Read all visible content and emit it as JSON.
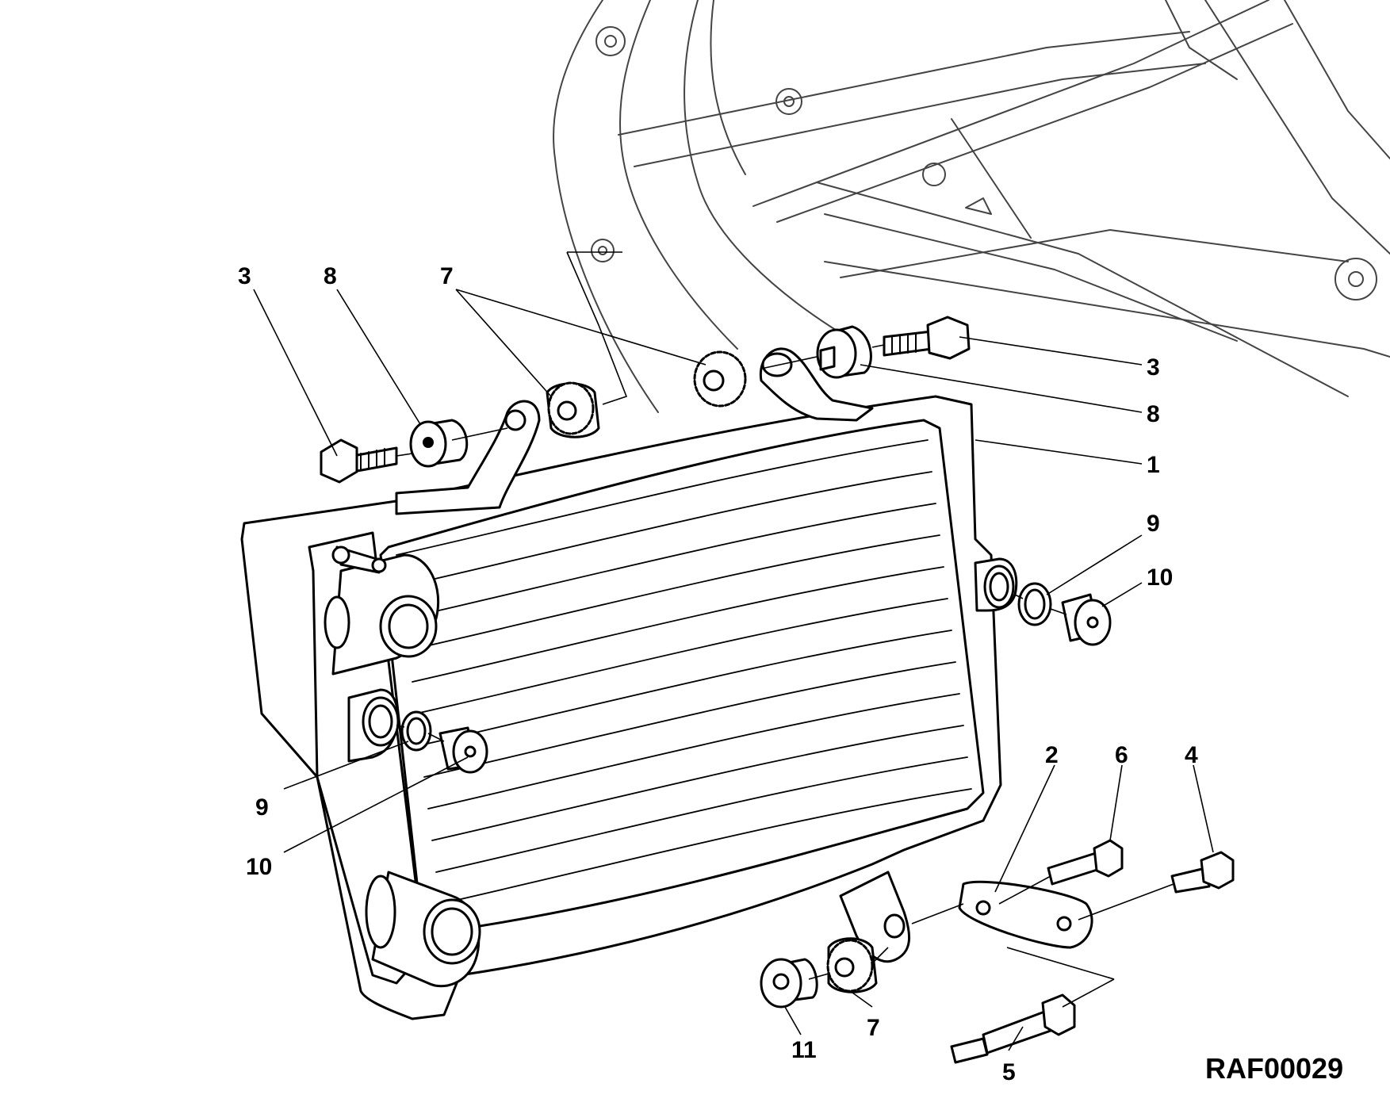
{
  "figure": {
    "reference_code": "RAF00029",
    "callouts": [
      {
        "id": "c3-left",
        "label": "3"
      },
      {
        "id": "c8-left",
        "label": "8"
      },
      {
        "id": "c7-top",
        "label": "7"
      },
      {
        "id": "c3-right",
        "label": "3"
      },
      {
        "id": "c8-right",
        "label": "8"
      },
      {
        "id": "c1",
        "label": "1"
      },
      {
        "id": "c9-right",
        "label": "9"
      },
      {
        "id": "c10-right",
        "label": "10"
      },
      {
        "id": "c9-left",
        "label": "9"
      },
      {
        "id": "c10-left",
        "label": "10"
      },
      {
        "id": "c2",
        "label": "2"
      },
      {
        "id": "c6",
        "label": "6"
      },
      {
        "id": "c4",
        "label": "4"
      },
      {
        "id": "c11",
        "label": "11"
      },
      {
        "id": "c7-bottom",
        "label": "7"
      },
      {
        "id": "c5",
        "label": "5"
      }
    ]
  }
}
